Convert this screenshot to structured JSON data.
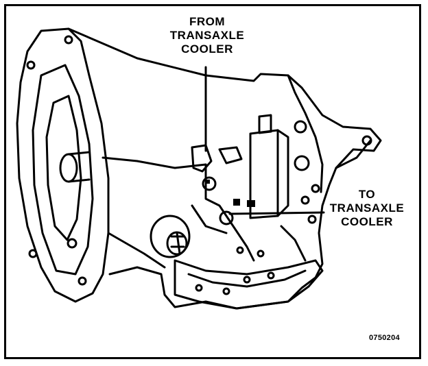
{
  "labels": {
    "from_cooler": [
      "FROM",
      "TRANSAXLE",
      "COOLER"
    ],
    "to_cooler": [
      "TO",
      "TRANSAXLE",
      "COOLER"
    ]
  },
  "figure_code": "0750204"
}
